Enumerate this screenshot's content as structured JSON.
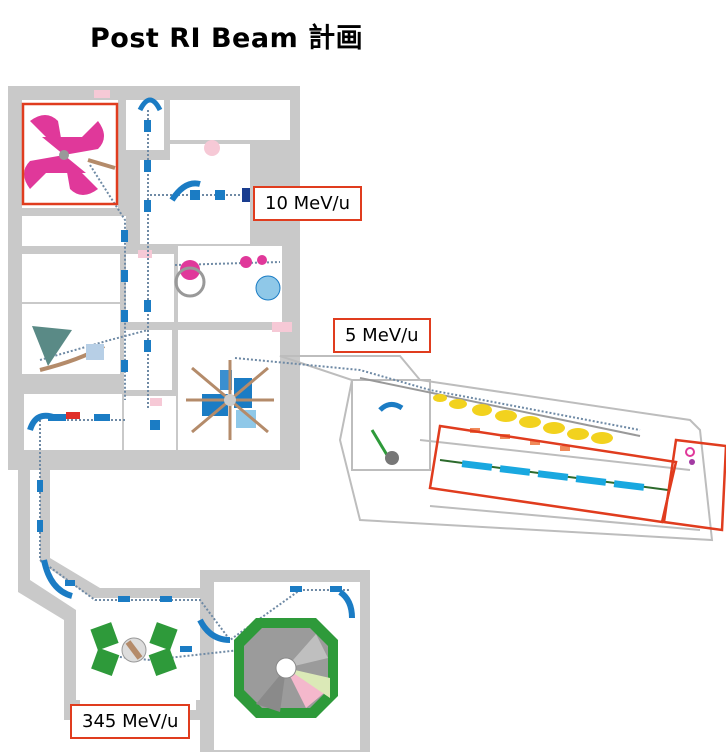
{
  "title": "Post RI Beam 計画",
  "labels": {
    "label_10": "10 MeV/u",
    "label_5": "5 MeV/u",
    "label_345": "345 MeV/u"
  },
  "colors": {
    "highlight_box": "#e03c1e",
    "wall": "#c9c9c9",
    "magnet_blue": "#1b7cc4",
    "cyclotron_pink": "#e0389a",
    "linac_yellow": "#f2d21e",
    "sector_green": "#2e9a3a"
  }
}
